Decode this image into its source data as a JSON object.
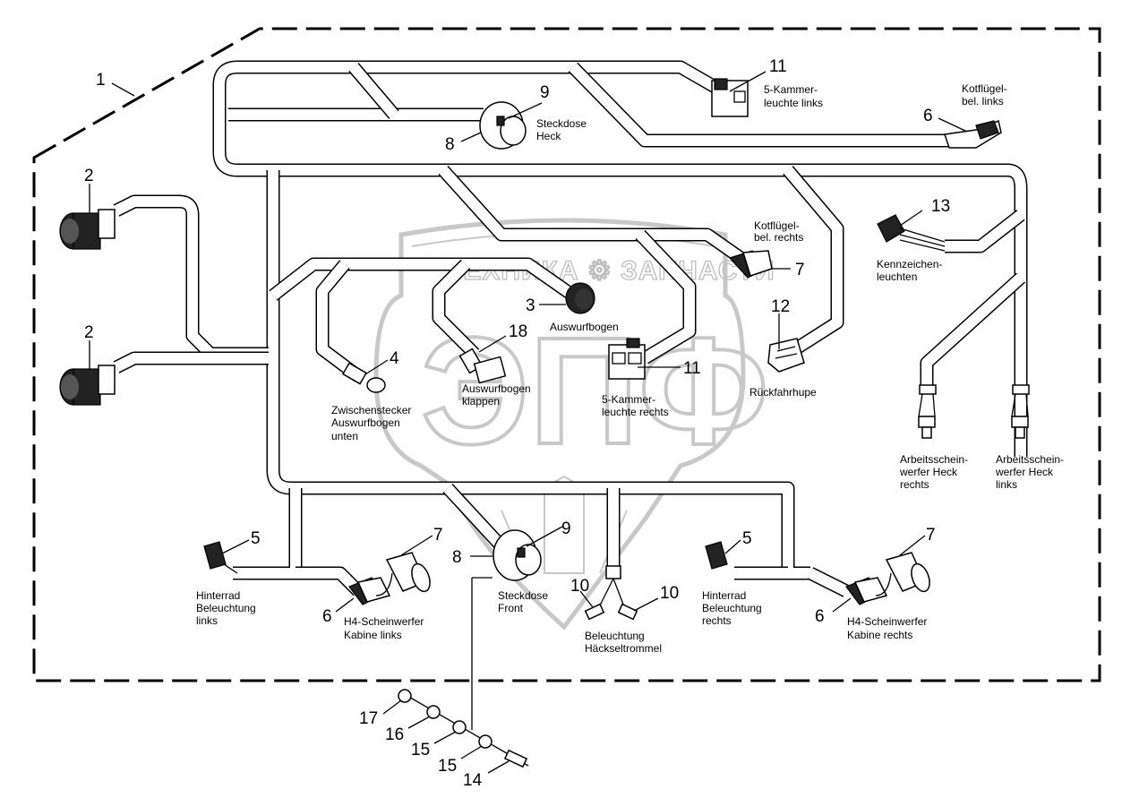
{
  "diagram": {
    "type": "wiring-harness-exploded-view",
    "watermark": {
      "text": "ТЕХНИКА ⚙ ЗАПЧАСТИ",
      "logo_text": "ЭПФ"
    },
    "callouts": [
      {
        "id": "c1",
        "number": "1",
        "label": ""
      },
      {
        "id": "c2a",
        "number": "2",
        "label": ""
      },
      {
        "id": "c2b",
        "number": "2",
        "label": ""
      },
      {
        "id": "c3",
        "number": "3",
        "label": "Auswurfbogen"
      },
      {
        "id": "c4",
        "number": "4",
        "label": "Zwischenstecker Auswurfbogen unten"
      },
      {
        "id": "c5a",
        "number": "5",
        "label": "Hinterrad Beleuchtung links"
      },
      {
        "id": "c5b",
        "number": "5",
        "label": "Hinterrad Beleuchtung rechts"
      },
      {
        "id": "c6a",
        "number": "6",
        "label": "Kotflügel-bel. links"
      },
      {
        "id": "c6b",
        "number": "6",
        "label": "H4-Scheinwerfer Kabine links"
      },
      {
        "id": "c6c",
        "number": "6",
        "label": "H4-Scheinwerfer Kabine rechts"
      },
      {
        "id": "c7a",
        "number": "7",
        "label": "Kotflügel-bel. rechts"
      },
      {
        "id": "c7b",
        "number": "7",
        "label": ""
      },
      {
        "id": "c7c",
        "number": "7",
        "label": ""
      },
      {
        "id": "c8a",
        "number": "8",
        "label": "Steckdose Heck"
      },
      {
        "id": "c8b",
        "number": "8",
        "label": "Steckdose Front"
      },
      {
        "id": "c9a",
        "number": "9",
        "label": ""
      },
      {
        "id": "c9b",
        "number": "9",
        "label": ""
      },
      {
        "id": "c10a",
        "number": "10",
        "label": "Beleuchtung Häckseltrommel"
      },
      {
        "id": "c10b",
        "number": "10",
        "label": ""
      },
      {
        "id": "c11a",
        "number": "11",
        "label": "5-Kammer-leuchte links"
      },
      {
        "id": "c11b",
        "number": "11",
        "label": "5-Kammer-leuchte rechts"
      },
      {
        "id": "c12",
        "number": "12",
        "label": "Rückfahrhupe"
      },
      {
        "id": "c13",
        "number": "13",
        "label": "Kennzeichen-leuchten"
      },
      {
        "id": "c14",
        "number": "14",
        "label": ""
      },
      {
        "id": "c15a",
        "number": "15",
        "label": ""
      },
      {
        "id": "c15b",
        "number": "15",
        "label": ""
      },
      {
        "id": "c16",
        "number": "16",
        "label": ""
      },
      {
        "id": "c17",
        "number": "17",
        "label": ""
      },
      {
        "id": "c18",
        "number": "18",
        "label": "Auswurfbogen klappen"
      }
    ],
    "numbers": {
      "n1": "1",
      "n2": "2",
      "n3": "3",
      "n4": "4",
      "n5": "5",
      "n6": "6",
      "n7": "7",
      "n8": "8",
      "n9": "9",
      "n10": "10",
      "n11": "11",
      "n12": "12",
      "n13": "13",
      "n14": "14",
      "n15": "15",
      "n16": "16",
      "n17": "17",
      "n18": "18"
    },
    "labels": {
      "steckdose_heck": [
        "Steckdose",
        "Heck"
      ],
      "kammer_links": [
        "5-Kammer-",
        "leuchte links"
      ],
      "kotfluegel_links": [
        "Kotflügel-",
        "bel. links"
      ],
      "kotfluegel_rechts": [
        "Kotflügel-",
        "bel. rechts"
      ],
      "kennzeichen": [
        "Kennzeichen-",
        "leuchten"
      ],
      "auswurfbogen": [
        "Auswurfbogen"
      ],
      "rueckfahrhupe": [
        "Rückfahrhupe"
      ],
      "zwischenstecker": [
        "Zwischenstecker",
        "Auswurfbogen",
        "unten"
      ],
      "auswurf_klappen": [
        "Auswurfbogen",
        "klappen"
      ],
      "kammer_rechts": [
        "5-Kammer-",
        "leuchte rechts"
      ],
      "arbeit_rechts": [
        "Arbeitsschein-",
        "werfer Heck",
        "rechts"
      ],
      "arbeit_links": [
        "Arbeitsschein-",
        "werfer Heck",
        "links"
      ],
      "hinterrad_links": [
        "Hinterrad",
        "Beleuchtung",
        "links"
      ],
      "h4_links": [
        "H4-Scheinwerfer",
        "Kabine links"
      ],
      "steckdose_front": [
        "Steckdose",
        "Front"
      ],
      "haeckseltrommel": [
        "Beleuchtung",
        "Häckseltrommel"
      ],
      "hinterrad_rechts": [
        "Hinterrad",
        "Beleuchtung",
        "rechts"
      ],
      "h4_rechts": [
        "H4-Scheinwerfer",
        "Kabine rechts"
      ]
    }
  }
}
